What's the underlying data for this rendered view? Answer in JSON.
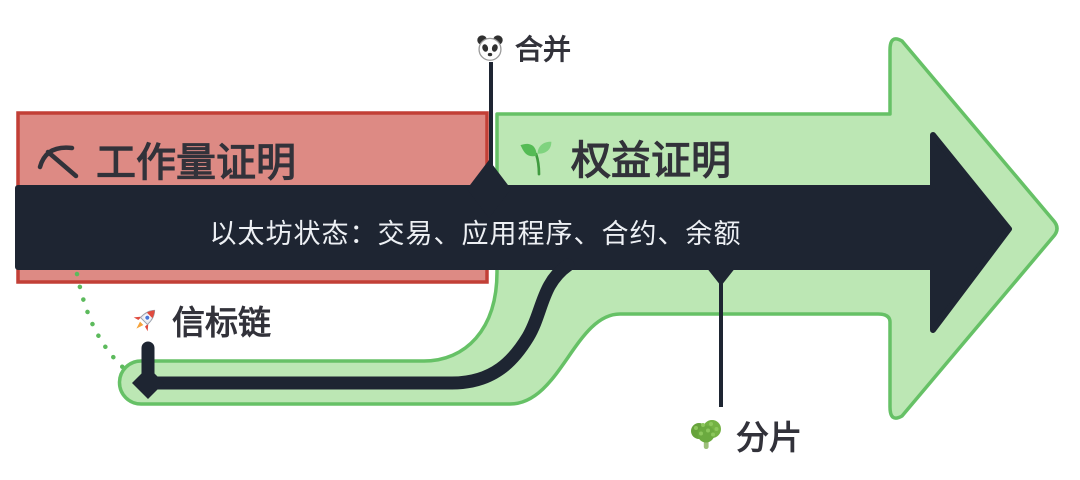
{
  "diagram": {
    "labels": {
      "merge": "合并",
      "proof_of_work": "工作量证明",
      "proof_of_stake": "权益证明",
      "ethereum_state": "以太坊状态：交易、应用程序、合约、余额",
      "beacon_chain": "信标链",
      "sharding": "分片"
    },
    "icons": {
      "merge": "panda-icon",
      "proof_of_work": "pickaxe-icon",
      "proof_of_stake": "seedling-icon",
      "beacon_chain": "rocket-icon",
      "sharding": "broccoli-icon"
    },
    "colors": {
      "background": "#FFFFFF",
      "arrow_black": "#1E2532",
      "pow_fill": "#DD8A84",
      "pow_border": "#C23F36",
      "pos_fill": "#BCE7B4",
      "pos_border": "#66C166",
      "dashed_link_green": "#5CBA5C",
      "state_text": "#EDF0F4",
      "label_text": "#32323A"
    }
  }
}
